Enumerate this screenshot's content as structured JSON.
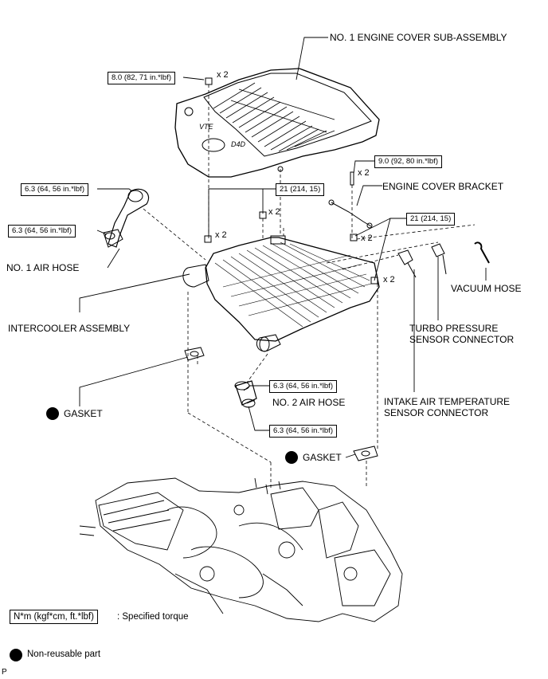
{
  "labels": {
    "engine_cover": "NO. 1 ENGINE COVER SUB-ASSEMBLY",
    "engine_cover_bracket": "ENGINE COVER BRACKET",
    "no1_air_hose": "NO. 1 AIR HOSE",
    "intercooler": "INTERCOOLER ASSEMBLY",
    "vacuum_hose": "VACUUM HOSE",
    "turbo_sensor_1": "TURBO PRESSURE",
    "turbo_sensor_2": "SENSOR CONNECTOR",
    "gasket_left": "GASKET",
    "no2_air_hose": "NO. 2 AIR HOSE",
    "intake_sensor_1": "INTAKE AIR TEMPERATURE",
    "intake_sensor_2": "SENSOR CONNECTOR",
    "gasket_right": "GASKET"
  },
  "torques": {
    "cover_bolt": "8.0 (82, 71 in.*lbf)",
    "bracket_bolt": "9.0 (92, 80 in.*lbf)",
    "hose1_top": "6.3 (64, 56 in.*lbf)",
    "hose1_bottom": "6.3 (64, 56 in.*lbf)",
    "intercooler_nut_left": "21 (214, 15)",
    "intercooler_nut_right": "21 (214, 15)",
    "hose2_top": "6.3 (64, 56 in.*lbf)",
    "hose2_bottom": "6.3 (64, 56 in.*lbf)"
  },
  "quantities": {
    "cover": "x 2",
    "bracket": "x 2",
    "nut_left_a": "x 2",
    "nut_left_b": "x 2",
    "nut_right_a": "x 2",
    "nut_right_b": "x 2"
  },
  "legend": {
    "torque_unit": "N*m (kgf*cm, ft.*lbf)",
    "torque_desc": ": Specified torque",
    "nonreusable": "Non-reusable part"
  },
  "corner_mark": "P"
}
